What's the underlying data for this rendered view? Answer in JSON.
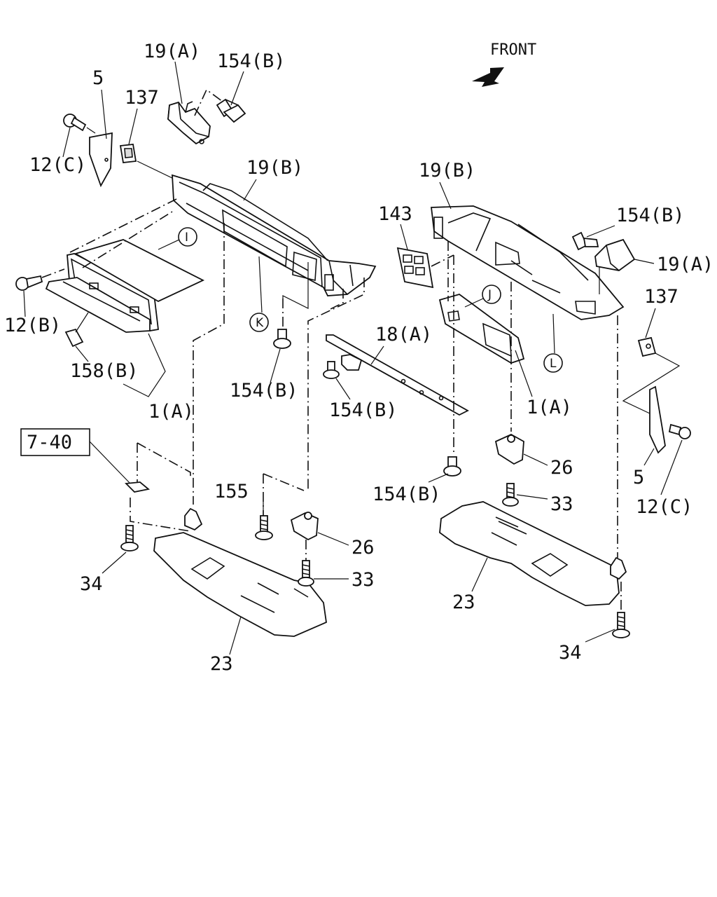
{
  "header": {
    "front_label": "FRONT"
  },
  "ref_box": {
    "label": "7-40"
  },
  "left_assembly": {
    "callouts": {
      "p19a": "19(A)",
      "p154b_top": "154(B)",
      "p5": "5",
      "p137": "137",
      "p12c": "12(C)",
      "p19b": "19(B)",
      "p12b": "12(B)",
      "p158b": "158(B)",
      "p1a": "1(A)",
      "p154b_mid": "154(B)",
      "p154b_rail": "154(B)",
      "p18a": "18(A)",
      "p155": "155",
      "p26": "26",
      "p33": "33",
      "p34": "34",
      "p23": "23"
    },
    "circles": {
      "i": "I",
      "k": "K"
    }
  },
  "right_assembly": {
    "callouts": {
      "p19b": "19(B)",
      "p143": "143",
      "p154b_top": "154(B)",
      "p19a": "19(A)",
      "p137": "137",
      "p1a": "1(A)",
      "p154b_low": "154(B)",
      "p26": "26",
      "p33": "33",
      "p5": "5",
      "p12c": "12(C)",
      "p23": "23",
      "p34": "34"
    },
    "circles": {
      "j": "J",
      "l": "L"
    }
  }
}
